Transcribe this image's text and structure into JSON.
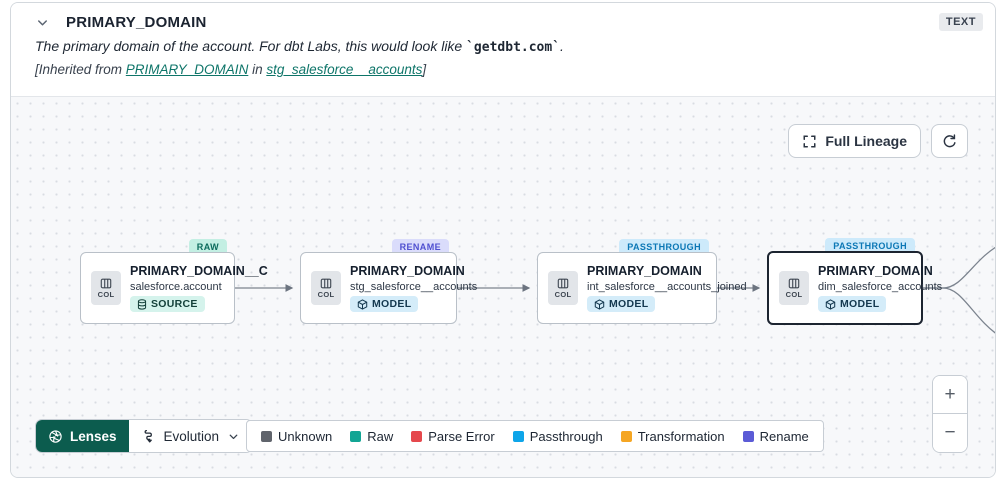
{
  "header": {
    "title": "PRIMARY_DOMAIN",
    "type_badge": "TEXT",
    "description_prefix": "The primary domain of the account. For dbt Labs, this would look like ",
    "description_code": "`getdbt.com`",
    "description_suffix": ".",
    "inherited_prefix": "[Inherited from ",
    "inherited_link_column": "PRIMARY_DOMAIN",
    "inherited_middle": " in ",
    "inherited_link_model": "stg_salesforce__accounts",
    "inherited_suffix": "]"
  },
  "toolbar": {
    "full_lineage_label": "Full Lineage"
  },
  "nodes": [
    {
      "badge": "RAW",
      "title": "PRIMARY_DOMAIN__C",
      "subtitle": "salesforce.account",
      "resource": "SOURCE",
      "col_label": "COL"
    },
    {
      "badge": "RENAME",
      "title": "PRIMARY_DOMAIN",
      "subtitle": "stg_salesforce__accounts",
      "resource": "MODEL",
      "col_label": "COL"
    },
    {
      "badge": "PASSTHROUGH",
      "title": "PRIMARY_DOMAIN",
      "subtitle": "int_salesforce__accounts_joined",
      "resource": "MODEL",
      "col_label": "COL"
    },
    {
      "badge": "PASSTHROUGH",
      "title": "PRIMARY_DOMAIN",
      "subtitle": "dim_salesforce_accounts",
      "resource": "MODEL",
      "col_label": "COL"
    }
  ],
  "lenses": {
    "label": "Lenses",
    "selected_lens": "Evolution"
  },
  "legend": {
    "items": [
      {
        "label": "Unknown",
        "color": "#60646c"
      },
      {
        "label": "Raw",
        "color": "#12a594"
      },
      {
        "label": "Parse Error",
        "color": "#e5484d"
      },
      {
        "label": "Passthrough",
        "color": "#0ea5e9"
      },
      {
        "label": "Transformation",
        "color": "#f5a623"
      },
      {
        "label": "Rename",
        "color": "#5b5bd6"
      }
    ]
  },
  "zoom_controls": {
    "zoom_in": "+",
    "zoom_out": "−"
  },
  "colors": {
    "badge_raw_bg": "#c3efe3",
    "badge_raw_text": "#0b6b5c",
    "badge_rename_bg": "#dadcfb",
    "badge_rename_text": "#4f4fd0",
    "badge_passthrough_bg": "#cdeafb",
    "badge_passthrough_text": "#0b77b5",
    "lenses_button_bg": "#0c5c4e",
    "link_teal": "#0e7569"
  }
}
